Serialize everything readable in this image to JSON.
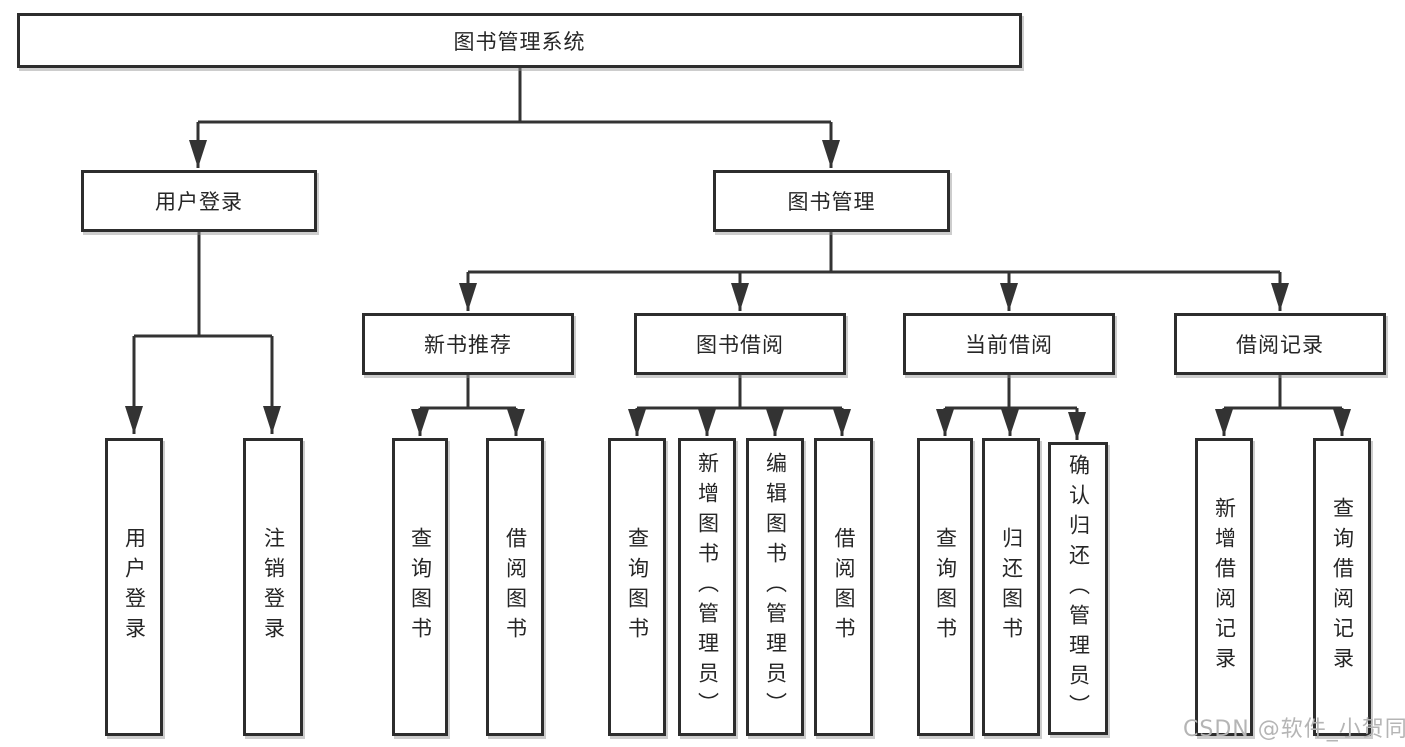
{
  "colors": {
    "line": "#333333",
    "box_border": "#2d2d2d",
    "text": "#262626",
    "watermark": "#b5b5b5"
  },
  "nodes": {
    "root": "图书管理系统",
    "level2": [
      "用户登录",
      "图书管理"
    ],
    "level3": [
      "新书推荐",
      "图书借阅",
      "当前借阅",
      "借阅记录"
    ],
    "leaves_user_login": [
      "用户登录",
      "注销登录"
    ],
    "leaves_new_book": [
      "查询图书",
      "借阅图书"
    ],
    "leaves_book_borrow": [
      "查询图书",
      "新增图书（管理员）",
      "编辑图书（管理员）",
      "借阅图书"
    ],
    "leaves_current_borrow": [
      "查询图书",
      "归还图书",
      "确认归还（管理员）"
    ],
    "leaves_borrow_record": [
      "新增借阅记录",
      "查询借阅记录"
    ]
  },
  "watermark": {
    "text": "CSDN @软件_小贺同学"
  }
}
